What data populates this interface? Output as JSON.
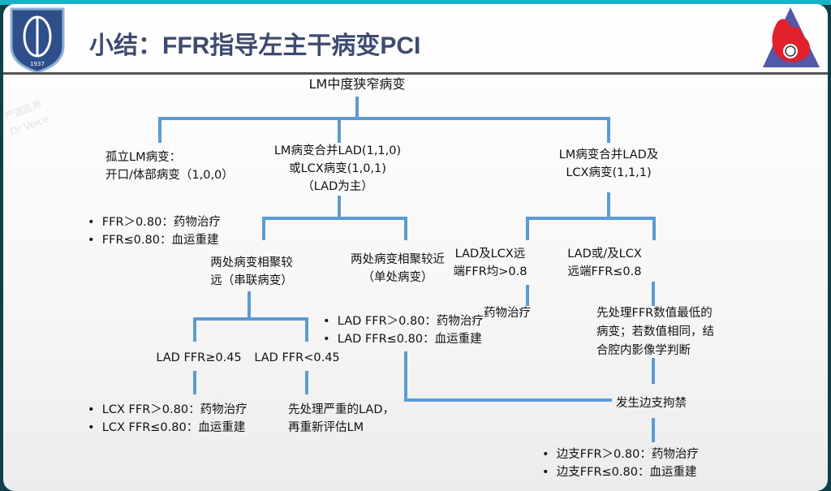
{
  "title": "小结：FFR指导左主干病变PCI",
  "logo_left_text": "1937",
  "watermark": [
    "严道医声",
    "Dr Voice"
  ],
  "colors": {
    "connector": "#5b9bd5",
    "title": "#3f4a70",
    "top_bar": "#18b3c8"
  },
  "root": "LM中度狭窄病变",
  "branch_isolated": {
    "label": [
      "孤立LM病变：",
      "开口/体部病变（1,0,0）"
    ],
    "bullets": [
      "FFR＞0.80：药物治疗",
      "FFR≤0.80：血运重建"
    ]
  },
  "branch_lad": {
    "label": [
      "LM病变合并LAD(1,1,0)",
      "或LCX病变(1,0,1)",
      "（LAD为主）"
    ],
    "far": {
      "label": [
        "两处病变相聚较",
        "远（串联病变）"
      ],
      "left": {
        "label": "LAD FFR≥0.45",
        "bullets": [
          "LCX FFR＞0.80：药物治疗",
          "LCX FFR≤0.80：血运重建"
        ]
      },
      "right": {
        "label": "LAD FFR<0.45",
        "text": [
          "先处理严重的LAD，",
          "再重新评估LM"
        ]
      }
    },
    "near": {
      "label": [
        "两处病变相聚较近",
        "（单处病变）"
      ],
      "bullets": [
        "LAD FFR＞0.80：药物治疗",
        "LAD FFR≤0.80：血运重建"
      ]
    }
  },
  "branch_both": {
    "label": [
      "LM病变合并LAD及",
      "LCX病变(1,1,1)"
    ],
    "left": {
      "label": [
        "LAD及LCX远",
        "端FFR均>0.8"
      ],
      "result": "药物治疗"
    },
    "right": {
      "label": [
        "LAD或/及LCX",
        "远端FFR≤0.8"
      ],
      "result": [
        "先处理FFR数值最低的",
        "病变；若数值相同，结",
        "合腔内影像学判断"
      ]
    }
  },
  "side_branch": {
    "label": "发生边支拘禁",
    "bullets": [
      "边支FFR＞0.80：药物治疗",
      "边支FFR≤0.80：血运重建"
    ]
  }
}
